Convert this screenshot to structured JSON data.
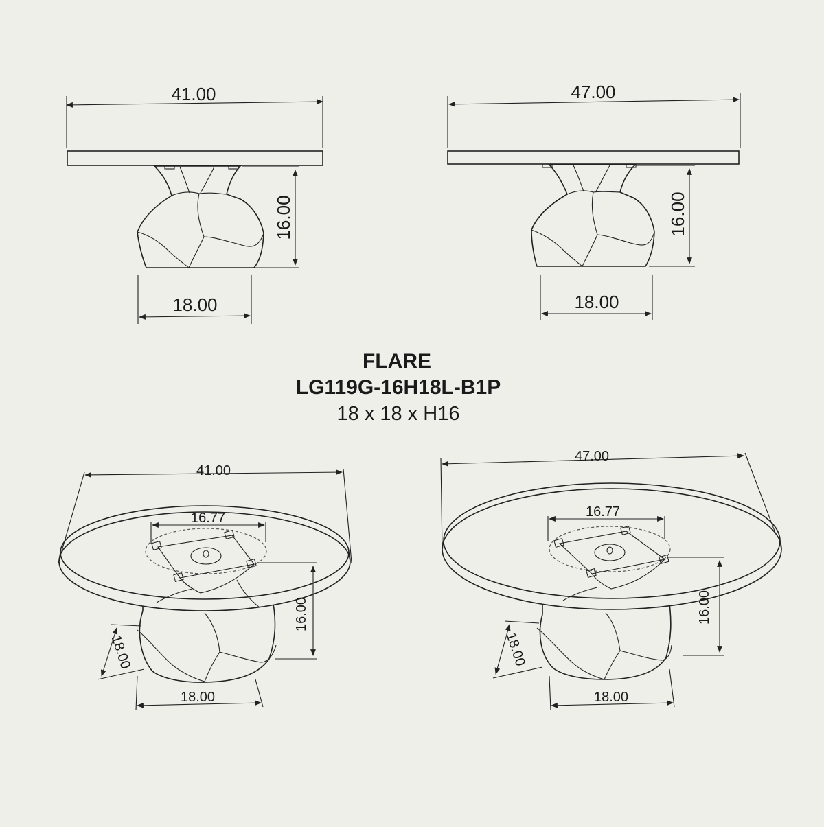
{
  "title": {
    "name": "FLARE",
    "code": "LG119G-16H18L-B1P",
    "size": "18 x 18 x H16"
  },
  "views": {
    "front_small": {
      "top_width": "41.00",
      "height": "16.00",
      "base_width": "18.00"
    },
    "front_large": {
      "top_width": "47.00",
      "height": "16.00",
      "base_width": "18.00"
    },
    "iso_small": {
      "top_width": "41.00",
      "plate_width": "16.77",
      "height": "16.00",
      "depth": "18.00",
      "base_width": "18.00"
    },
    "iso_large": {
      "top_width": "47.00",
      "plate_width": "16.77",
      "height": "16.00",
      "depth": "18.00",
      "base_width": "18.00"
    }
  },
  "colors": {
    "paper": "#efefea",
    "ink": "#222222"
  }
}
